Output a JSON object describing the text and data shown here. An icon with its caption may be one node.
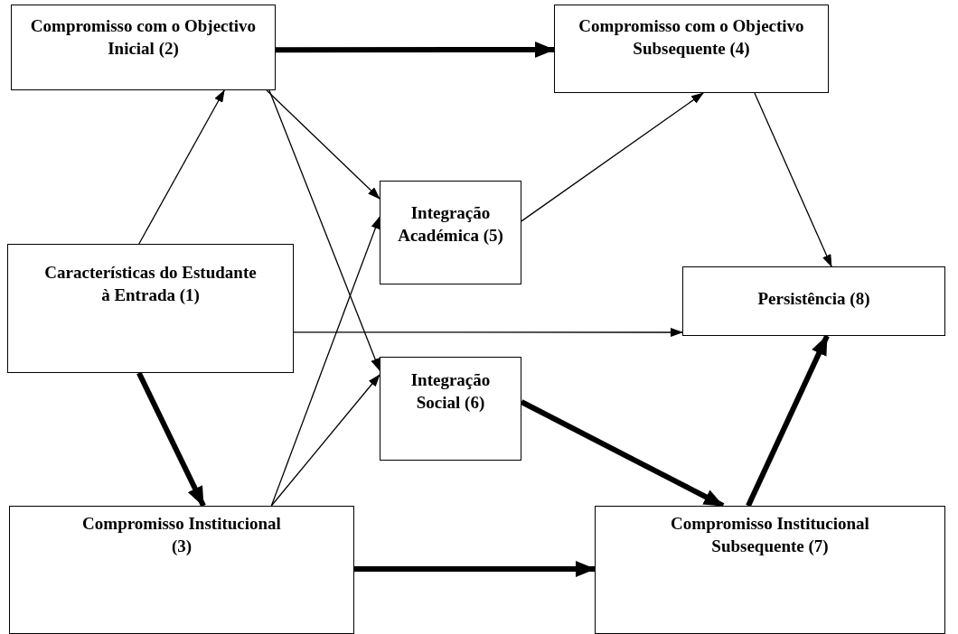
{
  "diagram": {
    "nodes": [
      {
        "text": [
          "Compromisso com o Objectivo Inicial (2)"
        ]
      },
      {
        "text": [
          "Compromisso com o Objectivo Subsequente (4)"
        ]
      },
      {
        "text": [
          "Integração Académica (5)"
        ]
      },
      {
        "text": [
          "Características do Estudante à Entrada (1)"
        ]
      },
      {
        "text": [
          "Persistência (8)"
        ]
      },
      {
        "text": [
          "Integração Social (6)"
        ]
      },
      {
        "text": [
          "Compromisso Institucional (3)"
        ]
      },
      {
        "text": [
          "Compromisso Institucional Subsequente (7)"
        ]
      }
    ],
    "edges": [
      {
        "from": 3,
        "to": 0,
        "arrow": "to"
      },
      {
        "from": 0,
        "to": 1,
        "arrow": "to",
        "style": "thick"
      },
      {
        "from": 0,
        "to": 2,
        "arrow": "to"
      },
      {
        "from": 0,
        "to": 5,
        "arrow": "to"
      },
      {
        "from": 6,
        "to": 2,
        "arrow": "to"
      },
      {
        "from": 6,
        "to": 5,
        "arrow": "to"
      },
      {
        "from": 2,
        "to": 1,
        "arrow": "to"
      },
      {
        "from": 1,
        "to": 4,
        "arrow": "to"
      },
      {
        "from": 3,
        "to": 4,
        "arrow": "to"
      },
      {
        "from": 3,
        "to": 6,
        "arrow": "to",
        "style": "thick"
      },
      {
        "from": 5,
        "to": 7,
        "arrow": "to",
        "style": "thick"
      },
      {
        "from": 6,
        "to": 7,
        "arrow": "to",
        "style": "thick"
      },
      {
        "from": 7,
        "to": 4,
        "arrow": "to",
        "style": "thick"
      }
    ]
  }
}
